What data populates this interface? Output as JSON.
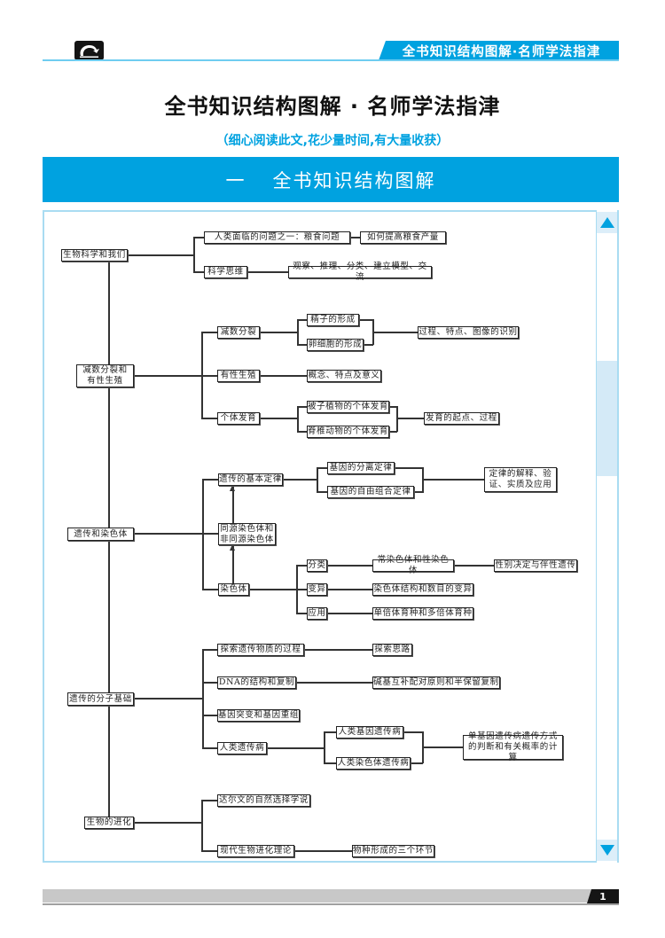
{
  "header": {
    "running_title": "全书知识结构图解·名师学法指津",
    "logo_icon": "swoosh-icon"
  },
  "page": {
    "title": "全书知识结构图解 · 名师学法指津",
    "subtitle": "（细心阅读此文,花少量时间,有大量收获）",
    "banner": {
      "number": "一",
      "label": "全书知识结构图解"
    }
  },
  "mindmap": {
    "sections": [
      {
        "root": "生物科学和我们",
        "branches": [
          {
            "label": "人类面临的问题之一：粮食问题",
            "children": [
              {
                "label": "如何提高粮食产量"
              }
            ]
          },
          {
            "label": "科学思维",
            "children": [
              {
                "label": "观察、推理、分类、建立模型、交流"
              }
            ]
          }
        ]
      },
      {
        "root": "减数分裂和\n有性生殖",
        "branches": [
          {
            "label": "减数分裂",
            "children": [
              {
                "label": "精子的形成"
              },
              {
                "label": "卵细胞的形成"
              }
            ],
            "outcome": "过程、特点、图像的识别"
          },
          {
            "label": "有性生殖",
            "children": [
              {
                "label": "概念、特点及意义"
              }
            ]
          },
          {
            "label": "个体发育",
            "children": [
              {
                "label": "被子植物的个体发育"
              },
              {
                "label": "脊椎动物的个体发育"
              }
            ],
            "outcome": "发育的起点、过程"
          }
        ]
      },
      {
        "root": "遗传和染色体",
        "branches": [
          {
            "label": "遗传的基本定律",
            "children": [
              {
                "label": "基因的分离定律"
              },
              {
                "label": "基因的自由组合定律"
              }
            ],
            "outcome": "定律的解释、验\n证、实质及应用"
          },
          {
            "label": "同源染色体和\n非同源染色体"
          },
          {
            "label": "染色体",
            "children": [
              {
                "label": "分类",
                "children": [
                  {
                    "label": "常染色体和性染色体",
                    "children": [
                      {
                        "label": "性别决定与伴性遗传"
                      }
                    ]
                  }
                ]
              },
              {
                "label": "变异",
                "children": [
                  {
                    "label": "染色体结构和数目的变异"
                  }
                ]
              },
              {
                "label": "应用",
                "children": [
                  {
                    "label": "单倍体育种和多倍体育种"
                  }
                ]
              }
            ]
          }
        ]
      },
      {
        "root": "遗传的分子基础",
        "branches": [
          {
            "label": "探索遗传物质的过程",
            "children": [
              {
                "label": "探索思路"
              }
            ]
          },
          {
            "label": "DNA的结构和复制",
            "children": [
              {
                "label": "碱基互补配对原则和半保留复制"
              }
            ]
          },
          {
            "label": "基因突变和基因重组"
          },
          {
            "label": "人类遗传病",
            "children": [
              {
                "label": "人类基因遗传病"
              },
              {
                "label": "人类染色体遗传病"
              }
            ],
            "outcome": "单基因遗传病遗传方式\n的判断和有关概率的计算"
          }
        ]
      },
      {
        "root": "生物的进化",
        "branches": [
          {
            "label": "达尔文的自然选择学说"
          },
          {
            "label": "现代生物进化理论",
            "children": [
              {
                "label": "物种形成的三个环节"
              }
            ]
          }
        ]
      }
    ]
  },
  "scrollbar": {
    "up_icon": "triangle-up-icon",
    "down_icon": "triangle-down-icon",
    "thumb_start": 0.21,
    "thumb_size": 0.19
  },
  "footer": {
    "page_number": "1"
  },
  "colors": {
    "accent": "#00a2e0",
    "panel_border": "#a9dcf2",
    "scroll_thumb": "#d4eaf7",
    "line": "#333333",
    "footer_bar": "#c8c8c8"
  }
}
